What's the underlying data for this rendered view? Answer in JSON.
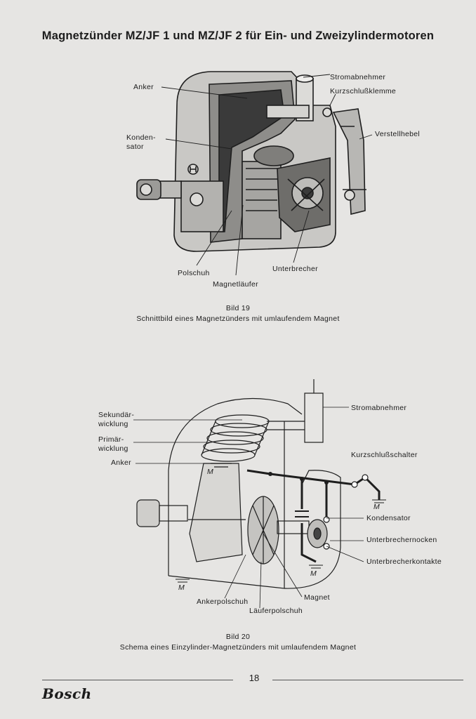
{
  "title": "Magnetzünder MZ/JF 1 und MZ/JF 2 für Ein- und Zweizylindermotoren",
  "figure19": {
    "labels": {
      "anker": "Anker",
      "kondensator": "Konden-\nsator",
      "stromabnehmer": "Stromabnehmer",
      "kurzschlussklemme": "Kurzschlußklemme",
      "verstellhebel": "Verstellhebel",
      "polschuh": "Polschuh",
      "magnetlaeufer": "Magnetläufer",
      "unterbrecher": "Unterbrecher"
    },
    "caption_number": "Bild 19",
    "caption_text": "Schnittbild eines Magnetzünders mit umlaufendem Magnet"
  },
  "figure20": {
    "labels": {
      "sekundaerwicklung": "Sekundär-\nwicklung",
      "primaerwicklung": "Primär-\nwicklung",
      "anker": "Anker",
      "stromabnehmer": "Stromabnehmer",
      "kurzschlussschalter": "Kurzschlußschalter",
      "kondensator": "Kondensator",
      "unterbrechernocken": "Unterbrechernocken",
      "unterbrecherkontakte": "Unterbrecherkontakte",
      "magnet": "Magnet",
      "ankerpolschuh": "Ankerpolschuh",
      "laeuferpolschuh": "Läuferpolschuh",
      "ground_symbol": "M"
    },
    "caption_number": "Bild 20",
    "caption_text": "Schema eines Einzylinder-Magnetzünders mit umlaufendem Magnet"
  },
  "footer": {
    "page_number": "18",
    "brand": "Bosch"
  }
}
